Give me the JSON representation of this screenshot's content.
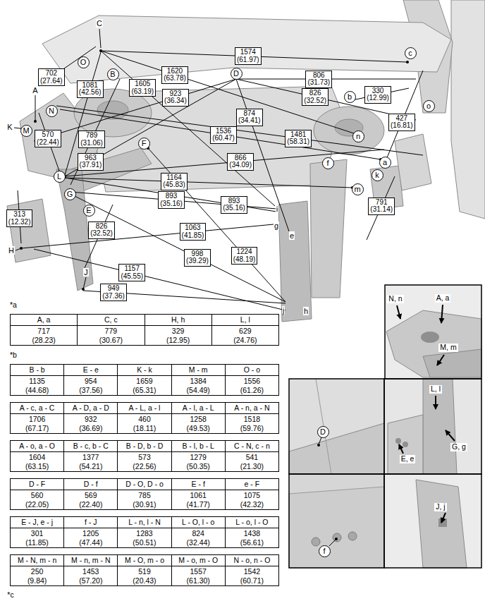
{
  "diagram": {
    "nodes": [
      {
        "text": [
          "c"
        ]
      },
      {
        "text": [
          "O"
        ]
      },
      {
        "text": [
          "D"
        ]
      },
      {
        "text": [
          "B"
        ]
      },
      {
        "text": [
          "b"
        ]
      },
      {
        "text": [
          "o"
        ]
      },
      {
        "text": [
          "N"
        ]
      },
      {
        "text": [
          "M"
        ]
      },
      {
        "text": [
          "n"
        ]
      },
      {
        "text": [
          "F"
        ]
      },
      {
        "text": [
          "a"
        ]
      },
      {
        "text": [
          "f"
        ]
      },
      {
        "text": [
          "k"
        ]
      },
      {
        "text": [
          "L"
        ]
      },
      {
        "text": [
          "m"
        ]
      },
      {
        "text": [
          "G"
        ]
      },
      {
        "text": [
          "E"
        ]
      },
      {
        "text": [
          "D"
        ]
      },
      {
        "text": [
          "f"
        ]
      }
    ],
    "labels": [
      "C",
      "1574 (61.97)",
      "702 (27.64)",
      "1081 (42.56)",
      "1620 (63.78)",
      "1605 (63.19)",
      "806 (31.73)",
      "826 (32.52)",
      "330 (12.99)",
      "A",
      "923 (36.34)",
      "874 (34.41)",
      "427 (16.81)",
      "K",
      "570 (22.44)",
      "789 (31.06)",
      "1536 (60.47)",
      "1481 (58.31)",
      "963 (37.91)",
      "866 (34.09)",
      "1164 (45.83)",
      "893 (35.16)",
      "893 (35.16)",
      "791 (31.14)",
      "i",
      "g",
      "313 (12.32)",
      "826 (32.52)",
      "1063 (41.85)",
      "e",
      "H",
      "998 (39.29)",
      "1224 (48.19)",
      "J",
      "1157 (45.55)",
      "949 (37.36)",
      "j",
      "h",
      "*a",
      "A, a",
      "C, c",
      "H, h",
      "L, l",
      "717 (28.23)",
      "779 (30.67)",
      "329 (12.95)",
      "629 (24.76)",
      "*b",
      "B - b",
      "E - e",
      "K - k",
      "M - m",
      "O - o",
      "1135 (44.68)",
      "954 (37.56)",
      "1659 (65.31)",
      "1384 (54.49)",
      "1556 (61.26)",
      "A - c, a - C",
      "A - D, a - D",
      "A - L, a - l",
      "A - l, a - L",
      "A - n, a - N",
      "1706 (67.17)",
      "932 (36.69)",
      "460 (18.11)",
      "1258 (49.53)",
      "1518 (59.76)",
      "A - o, a - O",
      "B - c, b - C",
      "B - D, b - D",
      "B - l, b - L",
      "C - N, c - n",
      "1604 (63.15)",
      "1377 (54.21)",
      "573 (22.56)",
      "1279 (50.35)",
      "541 (21.30)",
      "D - F",
      "D - f",
      "D - O, D - o",
      "E - f",
      "e - F",
      "560 (22.05)",
      "569 (22.40)",
      "785 (30.91)",
      "1061 (41.77)",
      "1075 (42.32)",
      "E - J, e - j",
      "f - J",
      "L - n, l - N",
      "L - O, l - o",
      "L - o, l - O",
      "301 (11.85)",
      "1205 (47.44)",
      "1283 (50.51)",
      "824 (32.44)",
      "1438 (56.61)",
      "M - N, m - n",
      "M - n, m - N",
      "M - O, m - o",
      "M - o, m - O",
      "N - o, n - O",
      "250 (9.84)",
      "1453 (57.20)",
      "519 (20.43)",
      "1557 (61.30)",
      "1542 (60.71)",
      "*c",
      "N, n",
      "A, a",
      "M, m",
      "L, l",
      "G, g",
      "E, e",
      "J, j"
    ]
  }
}
